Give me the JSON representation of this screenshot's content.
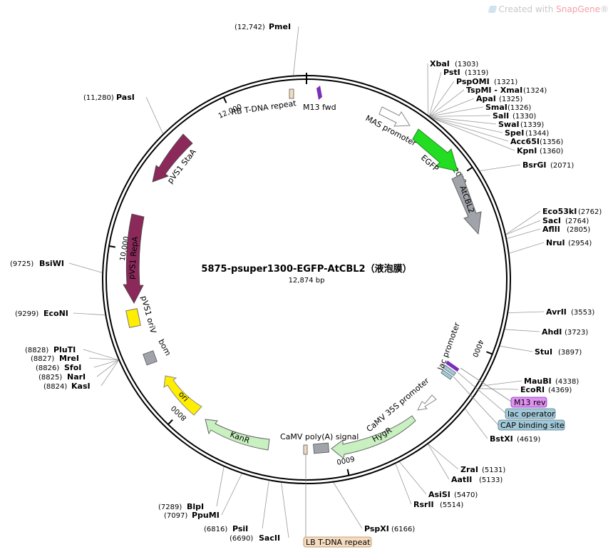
{
  "watermark": {
    "prefix": "Created with",
    "brand": "SnapGene",
    "reg": "®"
  },
  "plasmid": {
    "name": "5875-psuper1300-EGFP-AtCBL2（液泡膜）",
    "size_label": "12,874 bp",
    "total_bp": 12874
  },
  "colors": {
    "egfp": "#22dd22",
    "atcbl2": "#a0a4aa",
    "pvs1": "#8b2a5a",
    "ori": "#ffee00",
    "hygr": "#c8f0c0",
    "kanr": "#c8f0c0",
    "lacop": "#a0c8d8",
    "m13rev": "#e090f0",
    "lbt": "#f5dcc0",
    "grey": "#a0a4aa",
    "orange_pink": "#f5dcc0",
    "purple": "#7a2fb8"
  },
  "ticks": [
    {
      "bp": 2000,
      "label": "2000"
    },
    {
      "bp": 4000,
      "label": "4000"
    },
    {
      "bp": 6000,
      "label": "6000"
    },
    {
      "bp": 8000,
      "label": "8000"
    },
    {
      "bp": 10000,
      "label": "10,000"
    },
    {
      "bp": 12000,
      "label": "12,000"
    }
  ],
  "sites": [
    {
      "name": "PmeI",
      "pos": "(12,742)"
    },
    {
      "name": "XbaI",
      "pos": "(1303)"
    },
    {
      "name": "PstI",
      "pos": "(1319)"
    },
    {
      "name": "PspOMI",
      "pos": "(1321)"
    },
    {
      "name": "TspMI - XmaI",
      "pos": "(1324)"
    },
    {
      "name": "ApaI",
      "pos": "(1325)"
    },
    {
      "name": "SmaI",
      "pos": "(1326)"
    },
    {
      "name": "SalI",
      "pos": "(1330)"
    },
    {
      "name": "SwaI",
      "pos": "(1339)"
    },
    {
      "name": "SpeI",
      "pos": "(1344)"
    },
    {
      "name": "Acc65I",
      "pos": "(1356)"
    },
    {
      "name": "KpnI",
      "pos": "(1360)"
    },
    {
      "name": "BsrGI",
      "pos": "(2071)"
    },
    {
      "name": "Eco53kI",
      "pos": "(2762)"
    },
    {
      "name": "SacI",
      "pos": "(2764)"
    },
    {
      "name": "AflII",
      "pos": "(2805)"
    },
    {
      "name": "NruI",
      "pos": "(2954)"
    },
    {
      "name": "AvrII",
      "pos": "(3553)"
    },
    {
      "name": "AhdI",
      "pos": "(3723)"
    },
    {
      "name": "StuI",
      "pos": "(3897)"
    },
    {
      "name": "MauBI",
      "pos": "(4338)"
    },
    {
      "name": "EcoRI",
      "pos": "(4369)"
    },
    {
      "name": "BstXI",
      "pos": "(4619)"
    },
    {
      "name": "ZraI",
      "pos": "(5131)"
    },
    {
      "name": "AatII",
      "pos": "(5133)"
    },
    {
      "name": "AsiSI",
      "pos": "(5470)"
    },
    {
      "name": "RsrII",
      "pos": "(5514)"
    },
    {
      "name": "PspXI",
      "pos": "(6166)"
    },
    {
      "name": "SacII",
      "pos": "(6690)"
    },
    {
      "name": "PsiI",
      "pos": "(6816)"
    },
    {
      "name": "PpuMI",
      "pos": "(7097)"
    },
    {
      "name": "BlpI",
      "pos": "(7289)"
    },
    {
      "name": "KasI",
      "pos": "(8824)"
    },
    {
      "name": "NarI",
      "pos": "(8825)"
    },
    {
      "name": "SfoI",
      "pos": "(8826)"
    },
    {
      "name": "MreI",
      "pos": "(8827)"
    },
    {
      "name": "PluTI",
      "pos": "(8828)"
    },
    {
      "name": "EcoNI",
      "pos": "(9299)"
    },
    {
      "name": "BsiWI",
      "pos": "(9725)"
    },
    {
      "name": "PasI",
      "pos": "(11,280)"
    }
  ],
  "features": [
    {
      "name": "RB T-DNA repeat"
    },
    {
      "name": "M13 fwd"
    },
    {
      "name": "MAS promoter"
    },
    {
      "name": "EGFP"
    },
    {
      "name": "AtCBL2"
    },
    {
      "name": "lac promoter"
    },
    {
      "name": "CaMV 35S promoter"
    },
    {
      "name": "HygR"
    },
    {
      "name": "CaMV poly(A) signal"
    },
    {
      "name": "KanR"
    },
    {
      "name": "ori"
    },
    {
      "name": "bom"
    },
    {
      "name": "pVS1 oriV"
    },
    {
      "name": "pVS1 RepA"
    },
    {
      "name": "pVS1 StaA"
    }
  ],
  "boxed_labels": [
    {
      "name": "M13 rev"
    },
    {
      "name": "lac operator"
    },
    {
      "name": "CAP binding site"
    },
    {
      "name": "LB T-DNA repeat"
    }
  ]
}
